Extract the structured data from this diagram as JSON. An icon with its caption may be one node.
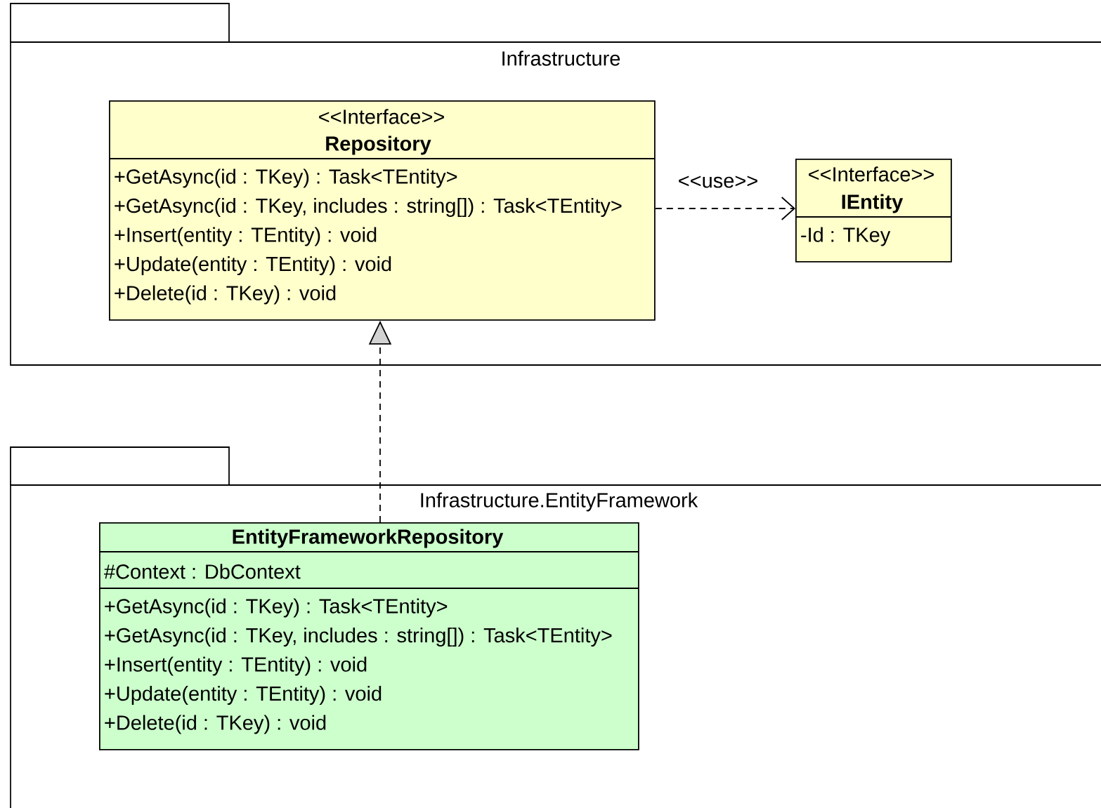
{
  "diagram": {
    "nodes": [
      {
        "text": [
          "Infrastructure"
        ]
      },
      {
        "text": [
          "<<Interface>>",
          "Repository",
          "+GetAsync(id : TKey) : Task<TEntity>",
          "+GetAsync(id : TKey, includes : string[]) : Task<TEntity>",
          "+Insert(entity : TEntity) : void",
          "+Update(entity : TEntity) : void",
          "+Delete(id : TKey) : void"
        ],
        "in": 0
      },
      {
        "text": [
          "<<Interface>>",
          "IEntity",
          "-Id : TKey"
        ],
        "in": 0
      },
      {
        "text": [
          "Infrastructure.EntityFramework"
        ]
      },
      {
        "text": [
          "EntityFrameworkRepository",
          "#Context : DbContext",
          "+GetAsync(id : TKey) : Task<TEntity>",
          "+GetAsync(id : TKey, includes : string[]) : Task<TEntity>",
          "+Insert(entity : TEntity) : void",
          "+Update(entity : TEntity) : void",
          "+Delete(id : TKey) : void"
        ],
        "in": 3
      }
    ],
    "edges": [
      {
        "from": 1,
        "to": 2,
        "arrow": "to",
        "style": "dashed",
        "label": "<<use>>"
      },
      {
        "from": 4,
        "to": 1,
        "arrow": "to",
        "style": "dashed"
      }
    ]
  }
}
